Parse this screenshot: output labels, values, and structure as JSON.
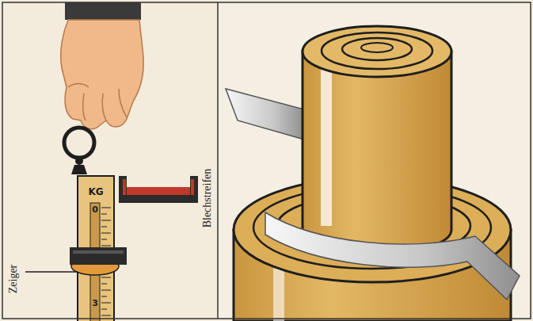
{
  "diagram": {
    "labels": [
      "KG",
      "0",
      "3",
      "Zeiger",
      "Blechstreifen"
    ]
  }
}
